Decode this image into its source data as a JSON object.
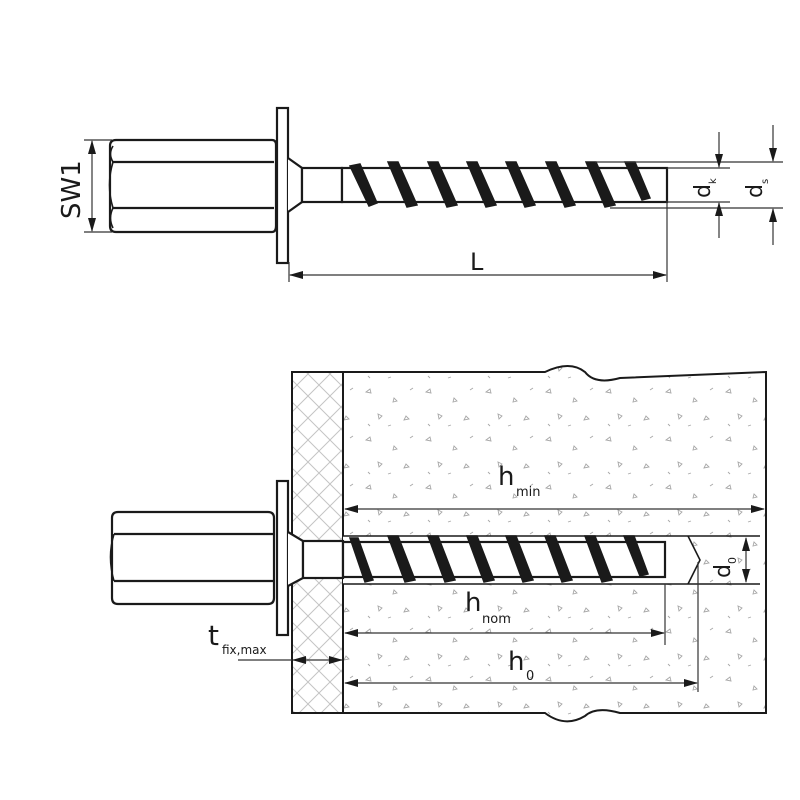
{
  "diagram": {
    "type": "technical-drawing",
    "subject": "concrete screw anchor with hex coupler head",
    "colors": {
      "line": "#1a1a1a",
      "dim": "#333333",
      "background": "#ffffff",
      "hatch": "#bdbdbd",
      "speckle": "#9a9a9a"
    }
  },
  "top_view": {
    "labels": {
      "sw1": "SW1",
      "L": "L",
      "dk": {
        "main": "d",
        "sub": "k"
      },
      "ds": {
        "main": "d",
        "sub": "s"
      }
    }
  },
  "installed_view": {
    "labels": {
      "hmin": {
        "main": "h",
        "sub": "min"
      },
      "hnom": {
        "main": "h",
        "sub": "nom"
      },
      "h0": {
        "main": "h",
        "sub": "0"
      },
      "d0": {
        "main": "d",
        "sub": "0"
      },
      "tfix": {
        "main": "t",
        "sub": "fix,max"
      }
    }
  }
}
